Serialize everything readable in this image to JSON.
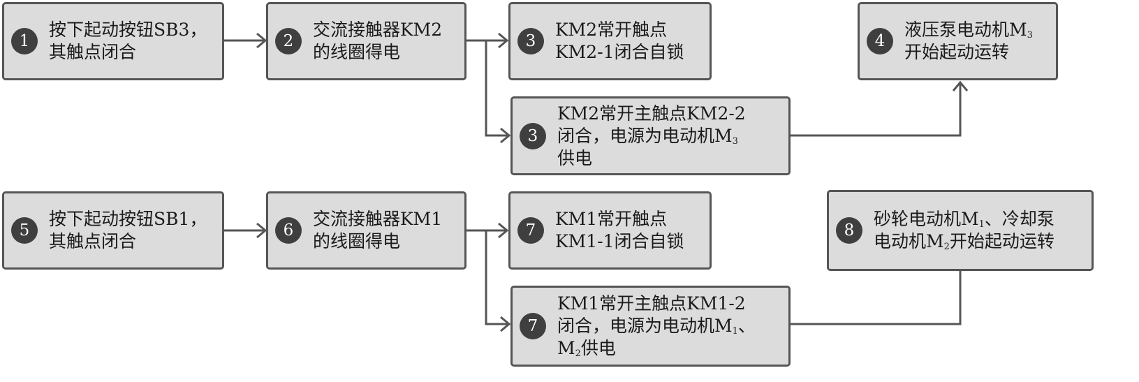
{
  "rows": [
    {
      "steps": [
        {
          "num": "1",
          "lines": [
            "按下起动按钮SB3，",
            "其触点闭合"
          ]
        },
        {
          "num": "2",
          "lines": [
            "交流接触器KM2",
            "的线圈得电"
          ]
        },
        {
          "num": "3",
          "lines": [
            "KM2常开触点",
            "KM2-1闭合自锁"
          ]
        },
        {
          "num": "3",
          "lines": [
            "KM2常开主触点KM2-2",
            "闭合，电源为电动机M",
            "供电"
          ],
          "line2_sub": "3"
        },
        {
          "num": "4",
          "lines": [
            "液压泵电动机M",
            "开始起动运转"
          ],
          "line1_sub": "3"
        }
      ]
    },
    {
      "steps": [
        {
          "num": "5",
          "lines": [
            "按下起动按钮SB1，",
            "其触点闭合"
          ]
        },
        {
          "num": "6",
          "lines": [
            "交流接触器KM1",
            "的线圈得电"
          ]
        },
        {
          "num": "7",
          "lines": [
            "KM1常开触点",
            "KM1-1闭合自锁"
          ]
        },
        {
          "num": "7",
          "lines": [
            "KM1常开主触点KM1-2",
            "闭合，电源为电动机M",
            "M",
            "供电"
          ],
          "line2_sub": "1",
          "line2_tail": "、",
          "line3_sub": "2"
        },
        {
          "num": "8",
          "lines": [
            "砂轮电动机M",
            "、冷却泵",
            "电动机M",
            "开始起动运转"
          ],
          "line1_sub": "1",
          "line2_sub": "2"
        }
      ]
    }
  ],
  "colors": {
    "box_fill": "#dcdcdc",
    "box_border": "#555555",
    "badge": "#3f3f3f",
    "arrow": "#555555"
  }
}
